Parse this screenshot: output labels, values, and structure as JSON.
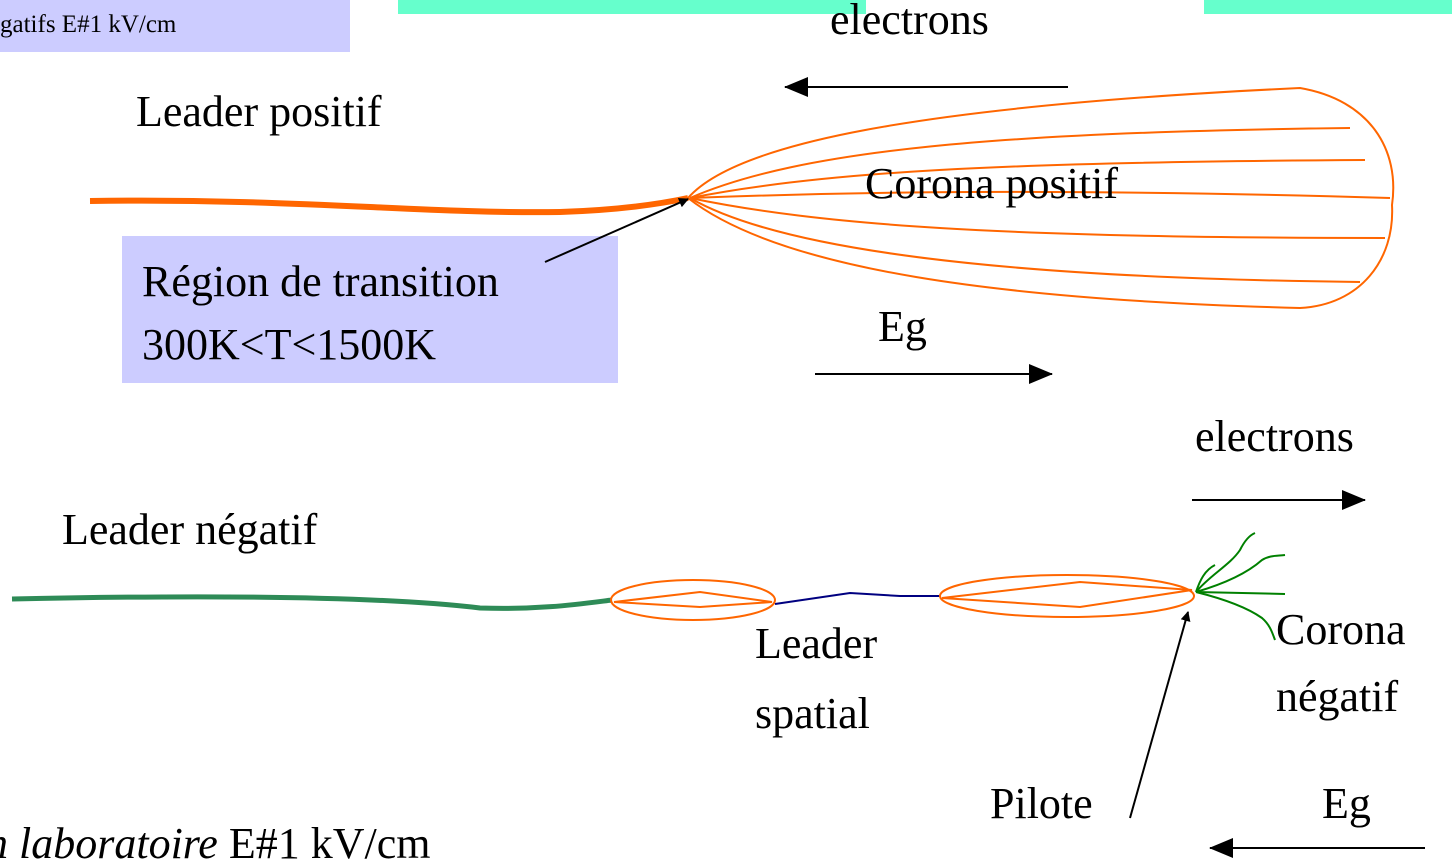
{
  "top_box": {
    "text": "gatifs E#1 kV/cm"
  },
  "positive": {
    "electrons": "electrons",
    "leader": "Leader positif",
    "corona": "Corona positif",
    "transition_line1": "Région de transition",
    "transition_line2": "300K<T<1500K",
    "field": "Eg"
  },
  "negative": {
    "electrons": "electrons",
    "leader": "Leader négatif",
    "leader_spatial_line1": "Leader",
    "leader_spatial_line2": "spatial",
    "corona_line1": "Corona",
    "corona_line2": "négatif",
    "pilot": "Pilote",
    "field": "Eg"
  },
  "bottom_caption": {
    "italic": "n laboratoire",
    "normal": " E#1 kV/cm"
  },
  "colors": {
    "positive_leader": "#ff6600",
    "negative_leader": "#2e8b57",
    "corona_outline": "#ff6600",
    "negative_corona": "#008000",
    "spatial_link": "#000080",
    "box_fill": "#ccccff",
    "top_bar": "#66ffcc"
  }
}
